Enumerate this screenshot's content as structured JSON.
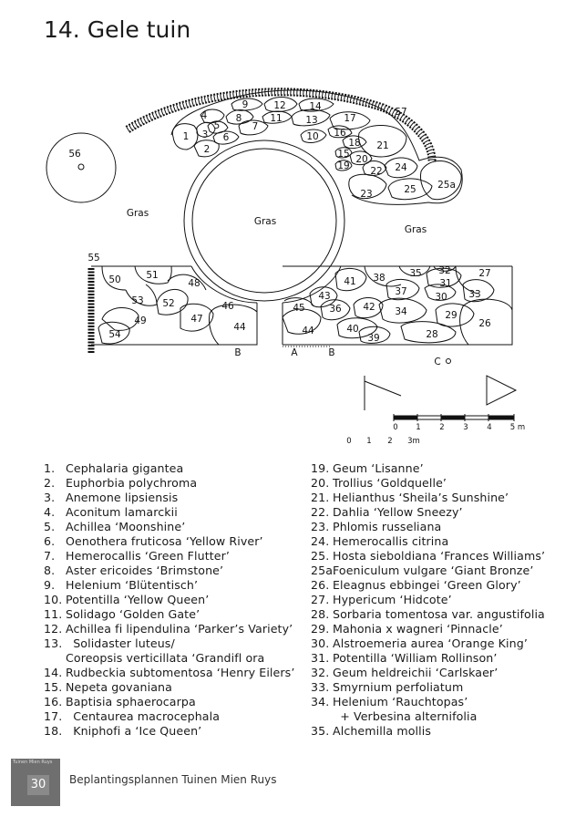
{
  "title": "14. Gele tuin",
  "plan": {
    "labels": {
      "gras_left": "Gras",
      "gras_center": "Gras",
      "gras_right": "Gras",
      "mark_a": "A",
      "mark_b_left": "B",
      "mark_b_right": "B",
      "mark_c": "C"
    },
    "scale_m": [
      "0",
      "1",
      "2",
      "3",
      "4",
      "5 m"
    ],
    "scale_m_unit": "m",
    "scale_3m": [
      "0",
      "1",
      "2",
      "3m"
    ],
    "bed_numbers": [
      "1",
      "2",
      "3",
      "4",
      "5",
      "6",
      "7",
      "8",
      "9",
      "10",
      "11",
      "12",
      "13",
      "14",
      "15",
      "16",
      "17",
      "18",
      "19",
      "20",
      "21",
      "22",
      "23",
      "24",
      "25",
      "25a",
      "26",
      "27",
      "28",
      "29",
      "30",
      "31",
      "32",
      "33",
      "34",
      "35",
      "36",
      "37",
      "38",
      "39",
      "40",
      "41",
      "42",
      "43",
      "44",
      "45",
      "46",
      "47",
      "48",
      "49",
      "50",
      "51",
      "52",
      "53",
      "54",
      "55",
      "56",
      "57"
    ]
  },
  "plants_left": [
    {
      "num": "1.",
      "name": "Cephalaria gigantea"
    },
    {
      "num": "2.",
      "name": "Euphorbia polychroma"
    },
    {
      "num": "3.",
      "name": "Anemone lipsiensis"
    },
    {
      "num": "4.",
      "name": "Aconitum lamarckii"
    },
    {
      "num": "5.",
      "name": "Achillea ‘Moonshine’"
    },
    {
      "num": "6.",
      "name": "Oenothera fruticosa ‘Yellow River’"
    },
    {
      "num": "7.",
      "name": "Hemerocallis ‘Green Flutter’"
    },
    {
      "num": "8.",
      "name": "Aster ericoides ‘Brimstone’"
    },
    {
      "num": "9.",
      "name": "Helenium ‘Blütentisch’"
    },
    {
      "num": "10.",
      "name": "Potentilla ‘Yellow Queen’"
    },
    {
      "num": "11.",
      "name": "Solidago ‘Golden Gate’"
    },
    {
      "num": "12.",
      "name": "Achillea fi lipendulina ‘Parker’s Variety’"
    },
    {
      "num": "13.",
      "name": "  Solidaster luteus/"
    },
    {
      "num": "",
      "name": "Coreopsis verticillata ‘Grandifl ora"
    },
    {
      "num": "14.",
      "name": "Rudbeckia subtomentosa ‘Henry Eilers’"
    },
    {
      "num": "15.",
      "name": "Nepeta govaniana"
    },
    {
      "num": "16.",
      "name": "Baptisia sphaerocarpa"
    },
    {
      "num": "17.",
      "name": "  Centaurea macrocephala"
    },
    {
      "num": "18.",
      "name": "  Kniphofi a ‘Ice Queen’"
    }
  ],
  "plants_right": [
    {
      "num": "19.",
      "name": "Geum ‘Lisanne’"
    },
    {
      "num": "20.",
      "name": "Trollius ‘Goldquelle’"
    },
    {
      "num": "21.",
      "name": "Helianthus ‘Sheila’s Sunshine’"
    },
    {
      "num": "22.",
      "name": "Dahlia ‘Yellow Sneezy’"
    },
    {
      "num": "23.",
      "name": "Phlomis russeliana"
    },
    {
      "num": "24.",
      "name": "Hemerocallis citrina"
    },
    {
      "num": "25.",
      "name": "Hosta sieboldiana ‘Frances Williams’"
    },
    {
      "num": "25a.",
      "name": "Foeniculum vulgare ‘Giant Bronze’"
    },
    {
      "num": "26.",
      "name": "Eleagnus ebbingei ‘Green Glory’"
    },
    {
      "num": "27.",
      "name": "Hypericum ‘Hidcote’"
    },
    {
      "num": "28.",
      "name": "Sorbaria tomentosa var. angustifolia"
    },
    {
      "num": "29.",
      "name": "Mahonia x wagneri ‘Pinnacle’"
    },
    {
      "num": "30.",
      "name": "Alstroemeria aurea ‘Orange King’"
    },
    {
      "num": "31.",
      "name": "Potentilla ‘William Rollinson’"
    },
    {
      "num": "32.",
      "name": "Geum heldreichii ‘Carlskaer’"
    },
    {
      "num": "33.",
      "name": "Smyrnium perfoliatum"
    },
    {
      "num": "34.",
      "name": "Helenium ‘Rauchtopas’"
    },
    {
      "num": "",
      "name": "  + Verbesina alternifolia"
    },
    {
      "num": "35.",
      "name": "Alchemilla mollis"
    }
  ],
  "footer": {
    "badge_text": "Tuinen Mien Ruys",
    "page_number": "30",
    "caption": "Beplantingsplannen Tuinen Mien Ruys"
  }
}
